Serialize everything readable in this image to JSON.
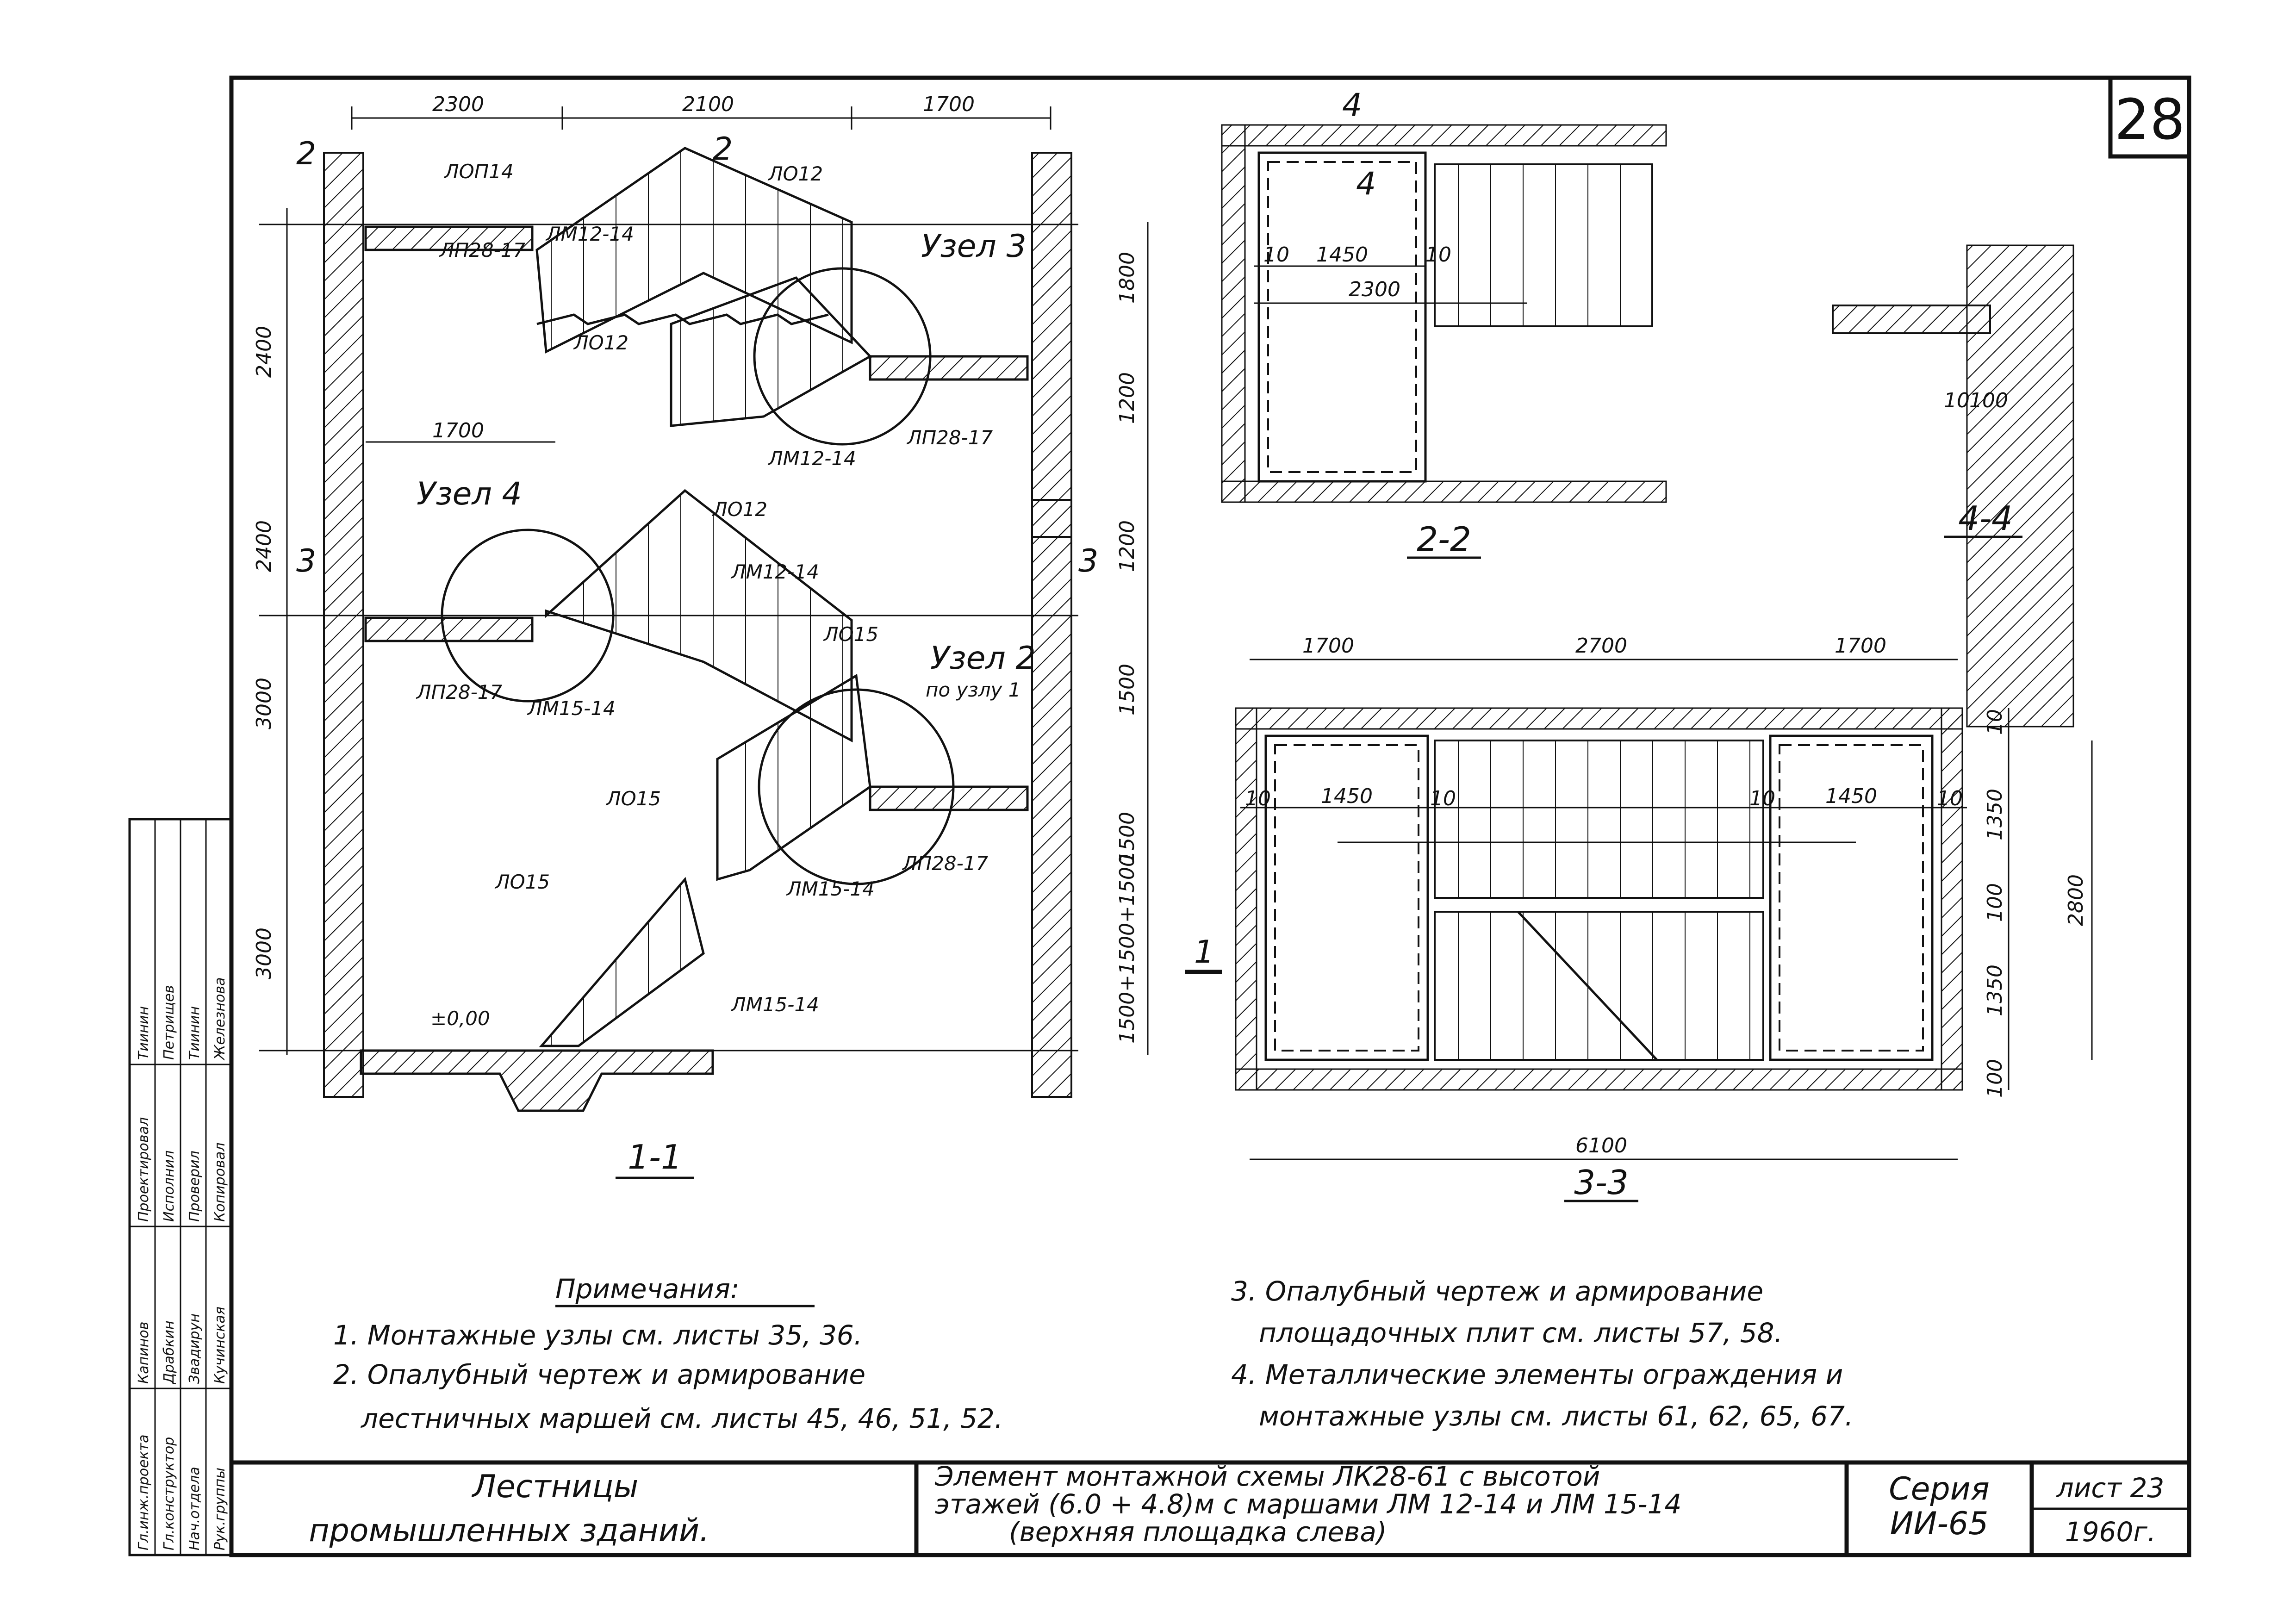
{
  "sheet": {
    "number": "28"
  },
  "section_1_1": {
    "label": "1-1",
    "dims_top": [
      "2300",
      "2100",
      "1700"
    ],
    "dim_1700_mid": "1700",
    "dims_left": [
      "2400",
      "2400",
      "3000",
      "3000"
    ],
    "dims_right": [
      "1800",
      "1200",
      "1200",
      "1500",
      "1500",
      "1500+1500+1500"
    ],
    "cut_marks": [
      "2",
      "2",
      "3",
      "3",
      "1"
    ],
    "level": "±0,00",
    "labels": {
      "lop14": "ЛОП14",
      "lo12_a": "ЛО12",
      "lp2817_a": "ЛП28-17",
      "lm1214_a": "ЛМ12-14",
      "uzel3": "Узел 3",
      "lo12_b": "ЛО12",
      "lp2817_b": "ЛП28-17",
      "lm1214_b": "ЛМ12-14",
      "uzel4": "Узел 4",
      "lo12_c": "ЛО12",
      "lm1214_c": "ЛМ12-14",
      "lo15_a": "ЛО15",
      "uzel2": "Узел 2",
      "pouzlu1": "по узлу 1",
      "lp2817_c": "ЛП28-17",
      "lm1514_a": "ЛМ15-14",
      "lo15_b": "ЛО15",
      "lp2817_d": "ЛП28-17",
      "lm1514_b": "ЛМ15-14",
      "lo15_c": "ЛО15",
      "lm1514_c": "ЛМ15-14"
    }
  },
  "section_2_2": {
    "label": "2-2",
    "cut": "4",
    "dims": [
      "1450",
      "10",
      "10",
      "2300"
    ]
  },
  "section_4_4": {
    "label": "4-4",
    "dims": [
      "10",
      "100"
    ]
  },
  "section_3_3": {
    "label": "3-3",
    "dims_top": [
      "1700",
      "2700",
      "1700"
    ],
    "dims_inner": [
      "10",
      "1450",
      "10",
      "10",
      "1450",
      "10"
    ],
    "dims_right": [
      "10",
      "1350",
      "100",
      "1350",
      "100"
    ],
    "overall_right": "2800",
    "overall_bottom": "6100"
  },
  "notes": {
    "title": "Примечания:",
    "items": [
      "1. Монтажные узлы см. листы 35, 36.",
      "2. Опалубный чертеж и армирование",
      "лестничных маршей см. листы 45, 46, 51, 52.",
      "3. Опалубный чертеж и армирование",
      "площадочных плит см. листы 57, 58.",
      "4. Металлические элементы ограждения и",
      "монтажные узлы см. листы 61, 62, 65, 67."
    ]
  },
  "title_block": {
    "name_line1": "Лестницы",
    "name_line2": "промышленных зданий.",
    "desc_line1": "Элемент монтажной схемы ЛК28-61 с высотой",
    "desc_line2": "этажей (6.0 + 4.8)м с маршами ЛМ 12-14 и ЛМ 15-14",
    "desc_line3": "(верхняя площадка слева)",
    "series_label": "Серия",
    "series_value": "ИИ-65",
    "list_label": "лист 23",
    "year": "1960г."
  },
  "stamp_rows": [
    [
      "Гл.инж.проекта",
      "Капинов",
      "Проектировал",
      "Тиинин"
    ],
    [
      "Гл.конструктор",
      "Драбкин",
      "Исполнил",
      "Петрищев"
    ],
    [
      "Нач.отдела",
      "Звадирун",
      "Проверил",
      "Тиинин"
    ],
    [
      "Рук.группы",
      "Кучинская",
      "Копировал",
      "Железнова"
    ]
  ]
}
